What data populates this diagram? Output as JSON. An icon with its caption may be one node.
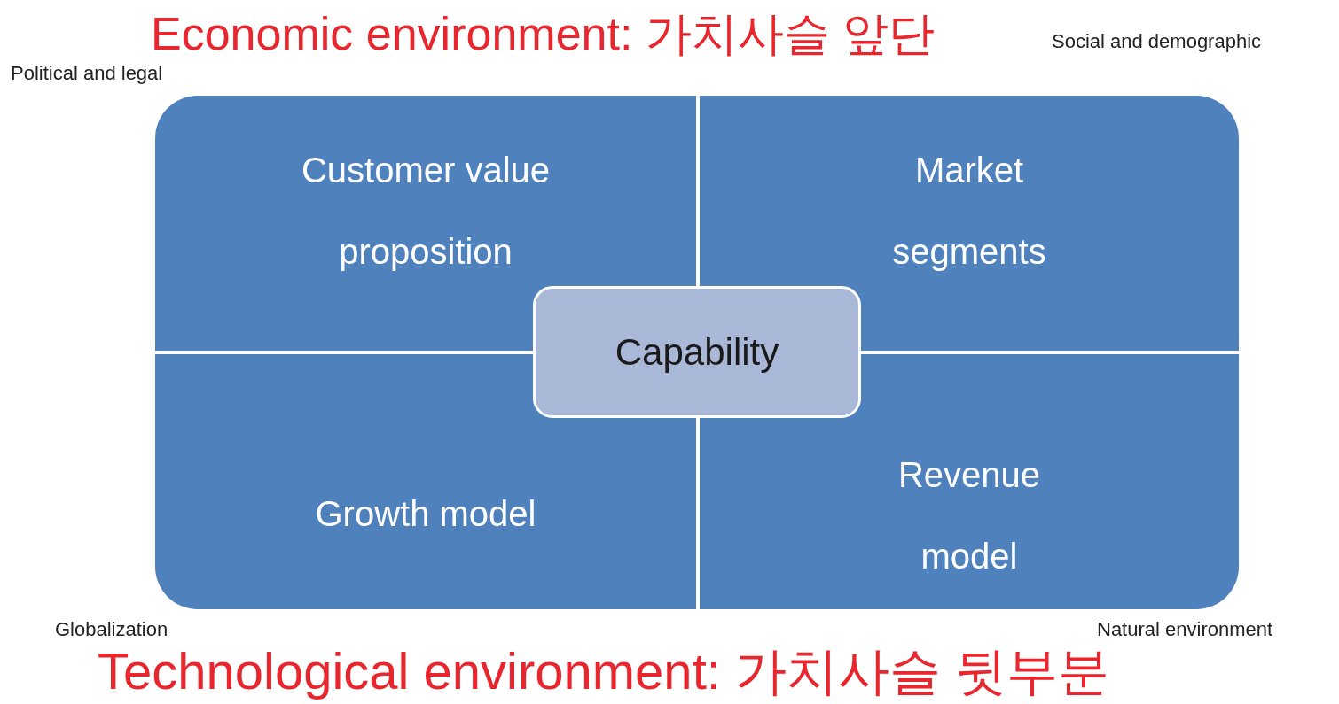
{
  "diagram": {
    "nodes": [
      {
        "text": [
          "Customer value proposition"
        ]
      },
      {
        "text": [
          "Market segments"
        ]
      },
      {
        "text": [
          "Growth model"
        ]
      },
      {
        "text": [
          "Revenue model"
        ]
      },
      {
        "text": [
          "Capability"
        ]
      }
    ],
    "labels": [
      "Economic environment: 가치사슬 앞단",
      "Social and demographic",
      "Political and legal",
      "Globalization",
      "Natural environment",
      "Technological environment: 가치사슬 뒷부분"
    ]
  }
}
